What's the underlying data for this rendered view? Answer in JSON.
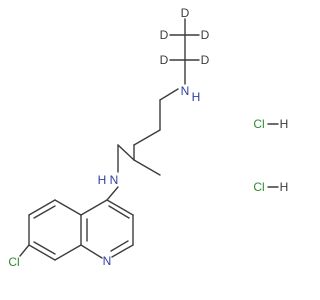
{
  "molecule": {
    "atoms": {
      "d1": "D",
      "d2": "D",
      "d3": "D",
      "d4": "D",
      "d5": "D",
      "n_amine": "N",
      "h_amine": "H",
      "n_link": "N",
      "h_link": "H",
      "n_ring": "N",
      "cl_ring": "Cl"
    },
    "salts": [
      {
        "cl": "Cl",
        "h": "H"
      },
      {
        "cl": "Cl",
        "h": "H"
      }
    ]
  },
  "colors": {
    "bond": "#3c3c3c",
    "nitrogen": "#2e3ea8",
    "chlorine": "#2f8a2f",
    "deuterium": "#3c3c3c"
  }
}
